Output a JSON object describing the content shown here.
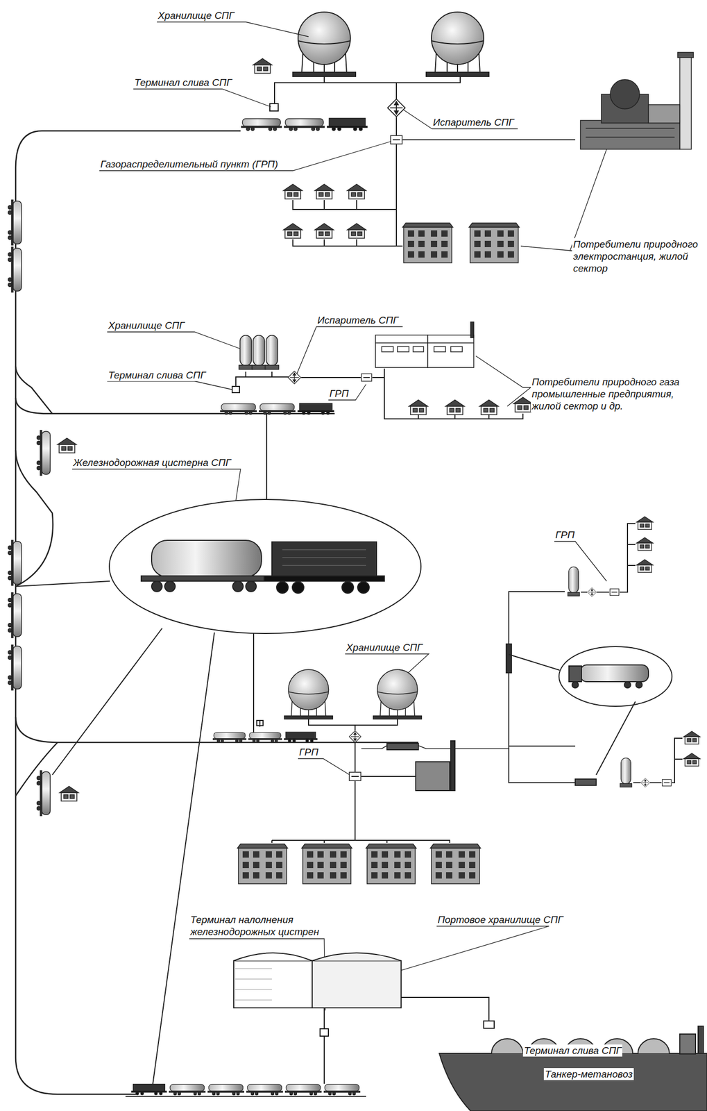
{
  "diagram": {
    "labels": [
      "Хранилище СПГ",
      "Терминал слива СПГ",
      "Испаритель СПГ",
      "Газораспределительный пункт (ГРП)",
      "Потребители природного электростанция, жилой сектор",
      "Хранилище СПГ",
      "Испаритель СПГ",
      "Терминал слива СПГ",
      "ГРП",
      "Потребители природного газа промышленные предприятия, жилой сектор и др.",
      "Железнодорожная цистерна СПГ",
      "ГРП",
      "Хранилище СПГ",
      "ГРП",
      "Терминал налолнения железнодорожных цистрен",
      "Портовое хранилище СПГ",
      "Терминал слива СПГ",
      "Танкер-метановоз"
    ]
  }
}
